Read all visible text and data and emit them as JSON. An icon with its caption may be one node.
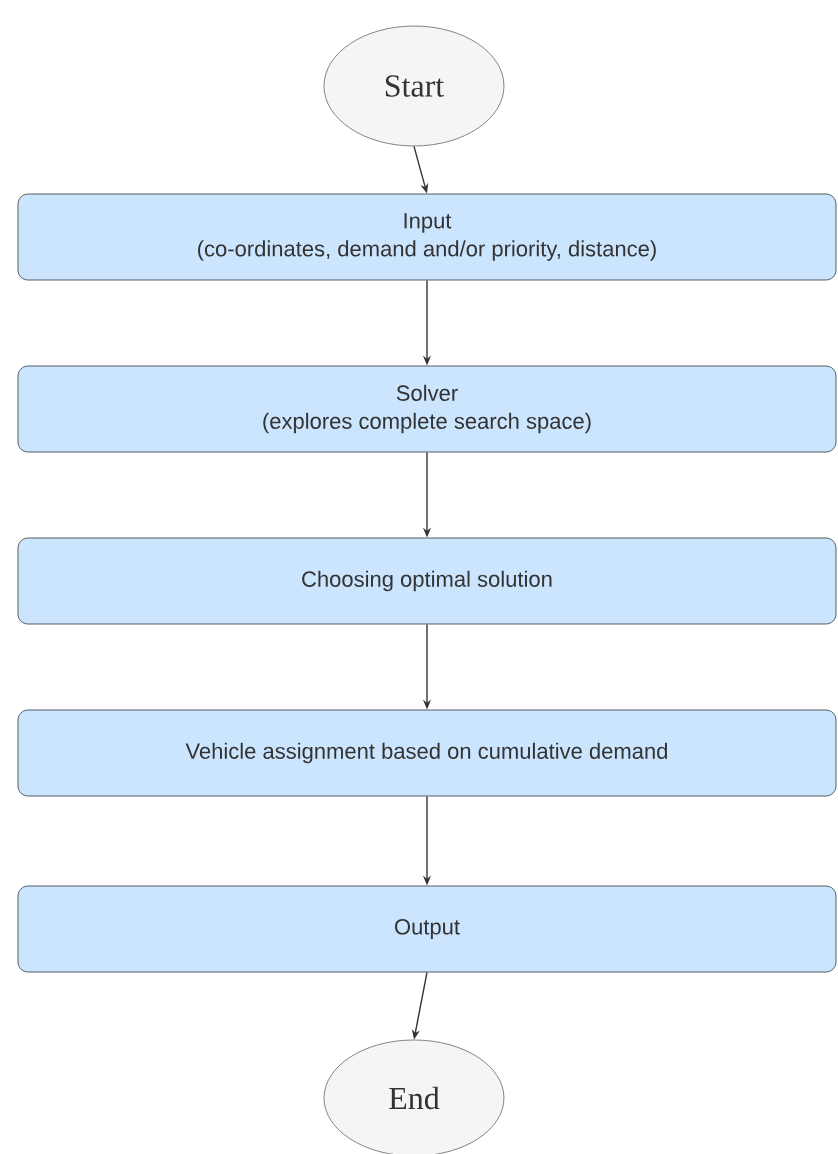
{
  "diagram": {
    "nodes": [
      {
        "text": [
          "Start"
        ]
      },
      {
        "text": [
          "Input",
          "(co-ordinates, demand and/or priority, distance)"
        ]
      },
      {
        "text": [
          "Solver",
          "(explores complete search space)"
        ]
      },
      {
        "text": [
          "Choosing optimal solution"
        ]
      },
      {
        "text": [
          "Vehicle assignment based on cumulative demand"
        ]
      },
      {
        "text": [
          "Output"
        ]
      },
      {
        "text": [
          "End"
        ]
      }
    ],
    "edges": [
      {
        "from": 0,
        "to": 1,
        "arrow": "to"
      },
      {
        "from": 1,
        "to": 2,
        "arrow": "to"
      },
      {
        "from": 2,
        "to": 3,
        "arrow": "to"
      },
      {
        "from": 3,
        "to": 4,
        "arrow": "to"
      },
      {
        "from": 4,
        "to": 5,
        "arrow": "to"
      },
      {
        "from": 5,
        "to": 6,
        "arrow": "to"
      }
    ]
  }
}
